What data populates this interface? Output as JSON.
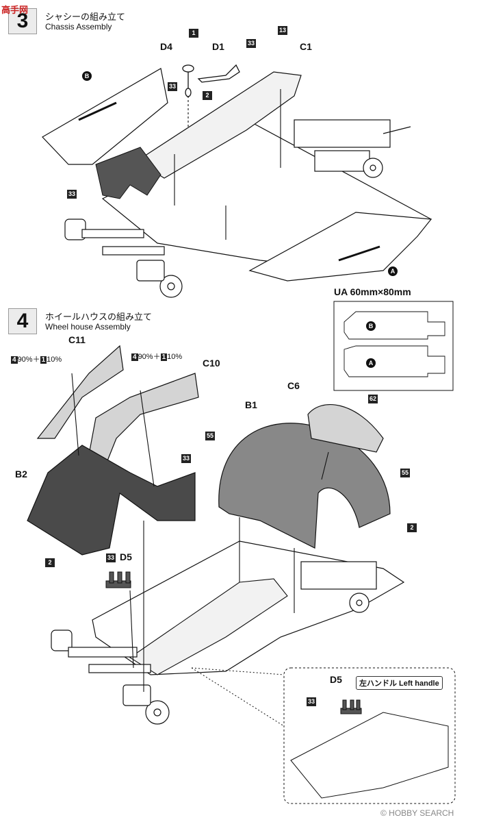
{
  "watermark_top": "高手网",
  "step3": {
    "number": "3",
    "title_jp": "シャシーの組み立て",
    "title_en": "Chassis Assembly",
    "labels": {
      "d4": "D4",
      "d1": "D1",
      "c1": "C1",
      "b": "B",
      "a": "A",
      "n1": "1",
      "n2": "2",
      "n33a": "33",
      "n33b": "33",
      "n33c": "33",
      "n13": "13"
    }
  },
  "ua": {
    "title": "UA 60mm×80mm",
    "b": "B",
    "a": "A"
  },
  "step4": {
    "number": "4",
    "title_jp": "ホイールハウスの組み立て",
    "title_en": "Wheel house Assembly",
    "labels": {
      "c11": "C11",
      "c10": "C10",
      "c6": "C6",
      "b1": "B1",
      "b2": "B2",
      "d5": "D5",
      "d5b": "D5",
      "n33a": "33",
      "n33b": "33",
      "n33c": "33",
      "n55a": "55",
      "n55b": "55",
      "n62": "62",
      "n2a": "2",
      "n2b": "2"
    },
    "mix_left": {
      "a_box": "4",
      "a_pct": "90%＋",
      "b_box": "1",
      "b_pct": "10%"
    },
    "mix_right": {
      "a_box": "4",
      "a_pct": "90%＋",
      "b_box": "1",
      "b_pct": "10%"
    },
    "left_handle": "左ハンドル Left handle"
  },
  "watermark_bottom": "© HOBBY SEARCH",
  "colors": {
    "ink": "#111111",
    "part_gray": "#7a7a7a",
    "part_dark": "#3a3a3a",
    "part_light": "#d8d8d8"
  }
}
